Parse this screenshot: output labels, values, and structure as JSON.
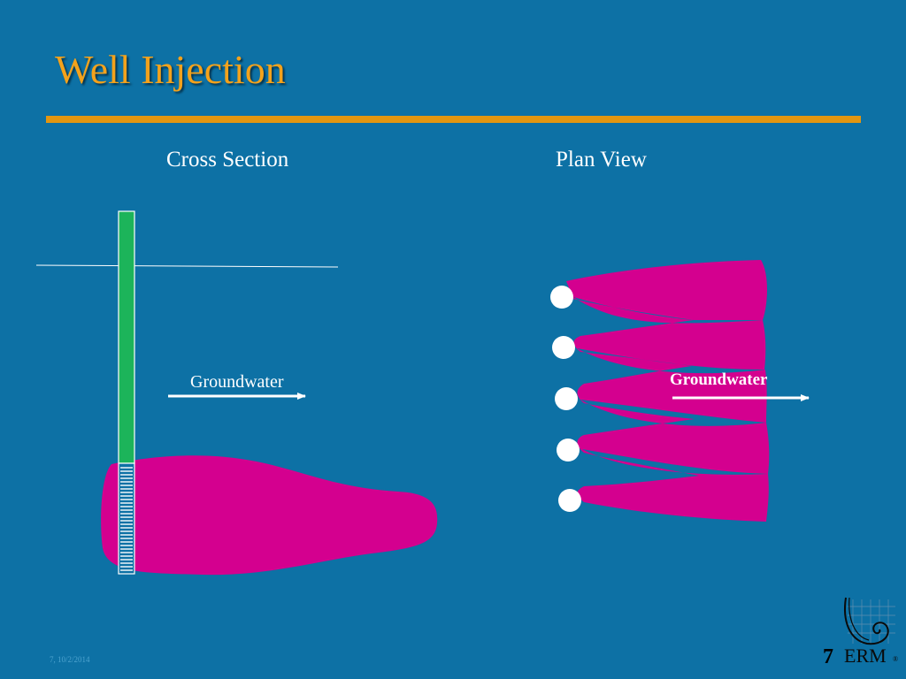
{
  "slide": {
    "title": "Well Injection",
    "slide_number": "7",
    "footer_date": "7, 10/2/2014"
  },
  "cross_section": {
    "heading": "Cross Section",
    "flow_label": "Groundwater"
  },
  "plan_view": {
    "heading": "Plan View",
    "flow_label": "Groundwater",
    "injection_well_count": 5
  },
  "logo": {
    "text": "ERM",
    "mark": "®"
  },
  "colors": {
    "background": "#0d71a5",
    "title": "#f3a21c",
    "rule": "#e29611",
    "plume": "#d4008f",
    "well_casing": "#1cb45a",
    "well_screen": "#ffffff"
  }
}
